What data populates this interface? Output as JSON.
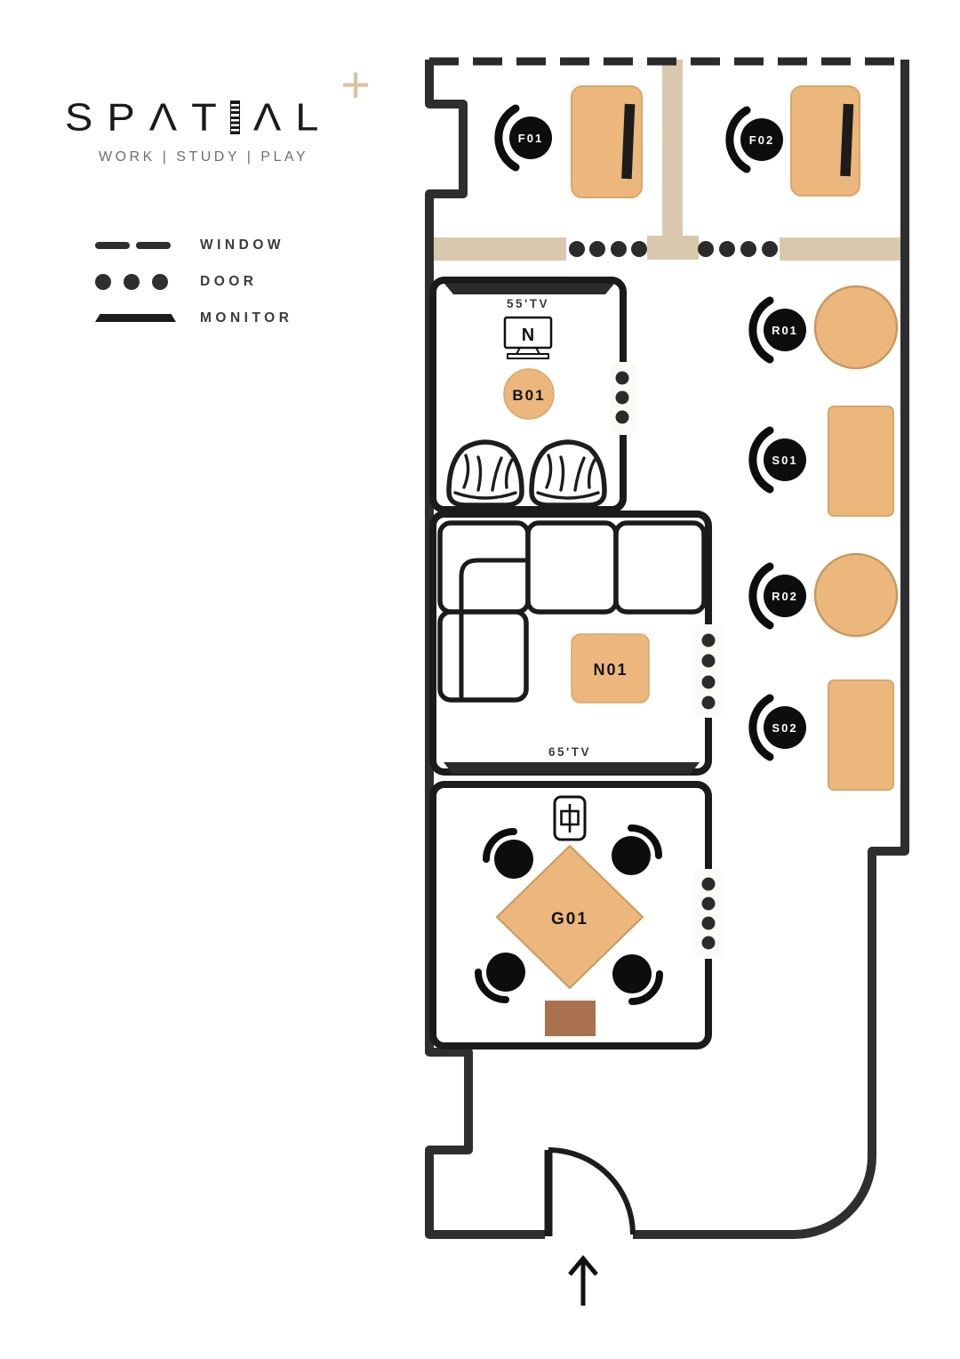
{
  "logo": {
    "wordmark_left": "SPΛT",
    "wordmark_right": "ΛL",
    "plus": "+",
    "tagline": "WORK | STUDY | PLAY"
  },
  "legend": {
    "window_label": "WINDOW",
    "door_label": "DOOR",
    "monitor_label": "MONITOR"
  },
  "plan": {
    "seats": {
      "f01": "F01",
      "f02": "F02",
      "r01": "R01",
      "s01": "S01",
      "r02": "R02",
      "s02": "S02"
    },
    "rooms": {
      "booth": "B01",
      "nook": "N01",
      "game": "G01"
    },
    "tv": {
      "booth": "55'TV",
      "nook": "65'TV",
      "brand_letter": "N"
    },
    "game_tile_char": "中",
    "colors": {
      "furniture_tan": "#EBB77D",
      "wall_tan": "#D9C8AE",
      "wood_brown": "#A9714E",
      "line_black": "#2D2D2D",
      "logo_plus_tan": "#D8C3A4"
    }
  }
}
